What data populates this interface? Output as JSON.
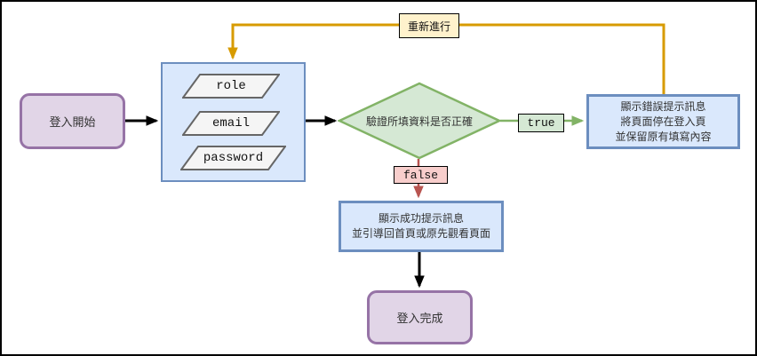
{
  "flow": {
    "start": {
      "label": "登入開始"
    },
    "inputs": {
      "fields": [
        {
          "label": "role"
        },
        {
          "label": "email"
        },
        {
          "label": "password"
        }
      ]
    },
    "decision": {
      "label": "驗證所填資料是否正確"
    },
    "branch_true": {
      "label": "true"
    },
    "branch_false": {
      "label": "false"
    },
    "error_action": {
      "lines": [
        "顯示錯誤提示訊息",
        "將頁面停在登入頁",
        "並保留原有填寫內容"
      ]
    },
    "success_action": {
      "lines": [
        "顯示成功提示訊息",
        "並引導回首頁或原先觀看頁面"
      ]
    },
    "end": {
      "label": "登入完成"
    },
    "redo": {
      "label": "重新進行"
    }
  },
  "colors": {
    "blue_fill": "#dae8fc",
    "blue_stroke": "#6c8ebf",
    "green_fill": "#d5e8d4",
    "green_stroke": "#82b366",
    "purple_fill": "#e1d5e7",
    "purple_stroke": "#9673a6",
    "pink_fill": "#f8cecc",
    "red_stroke": "#b85450",
    "yellow_fill": "#fff2cc",
    "orange_line": "#d79b00",
    "gray_fill": "#f5f5f5",
    "gray_stroke": "#666666",
    "black": "#000000"
  }
}
